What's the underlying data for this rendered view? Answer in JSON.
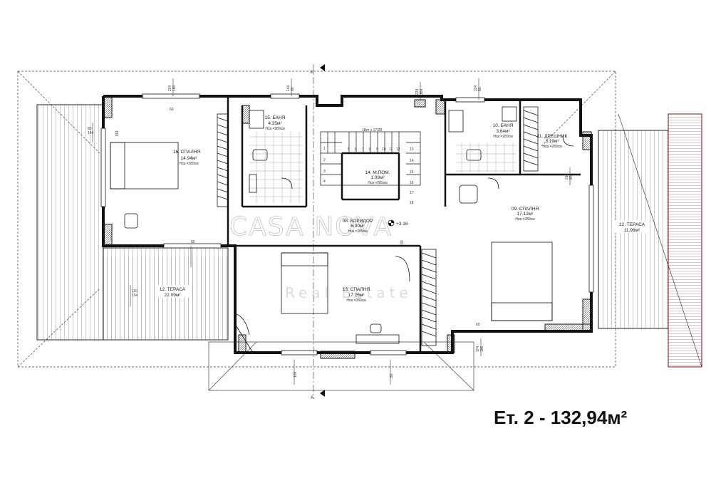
{
  "title": "Ет. 2 - 132,94м²",
  "section_markers": [
    "A",
    "A"
  ],
  "stairs_label": "18ст х 17/28",
  "stair_numbers": [
    "1",
    "2",
    "3",
    "4",
    "5",
    "6",
    "7",
    "8",
    "9",
    "10",
    "11",
    "12",
    "13",
    "14",
    "15",
    "16",
    "17",
    "18"
  ],
  "level_mark": "+3.16",
  "watermark": {
    "brand": "CASA NOVA",
    "sub": "Real Estate"
  },
  "rooms": [
    {
      "id": "bedroom-16",
      "name": "16. СПАЛНЯ",
      "area": "14.94м²",
      "height": "Нсв.=289см"
    },
    {
      "id": "bath-15",
      "name": "15. БАНЯ",
      "area": "4.35м²",
      "height": "Нсв.=289см"
    },
    {
      "id": "utility-14",
      "name": "14. М.ПОМ.",
      "area": "1.09м²",
      "height": "Нсв.=289см"
    },
    {
      "id": "corridor-08",
      "name": "08. КОРИДОР",
      "area": "6.00м²",
      "height": "Нсв.=289см"
    },
    {
      "id": "bath-10",
      "name": "10. БАНЯ",
      "area": "3.64м²",
      "height": "Нсв.=289см"
    },
    {
      "id": "closet-11",
      "name": "11. ДРЕШНИК",
      "area": "3.19м²",
      "height": "Нсв.=289см"
    },
    {
      "id": "bedroom-09",
      "name": "09. СПАЛНЯ",
      "area": "17.12м²",
      "height": "Нсв.=289см"
    },
    {
      "id": "terrace-right",
      "name": "12. ТЕРАСА",
      "area": "11.98м²",
      "height": ""
    },
    {
      "id": "terrace-left",
      "name": "12. ТЕРАСА",
      "area": "22.09м²",
      "height": ""
    },
    {
      "id": "bedroom-13",
      "name": "13. СПАЛНЯ",
      "area": "17.26м²",
      "height": "Нсв.=289см"
    }
  ],
  "dimensions": [
    "160",
    "224",
    "80",
    "144",
    "180",
    "224",
    "80",
    "224",
    "80",
    "144",
    "110",
    "154",
    "80",
    "216",
    "60",
    "60",
    "150",
    "80",
    "100",
    "80",
    "60",
    "100",
    "174"
  ]
}
